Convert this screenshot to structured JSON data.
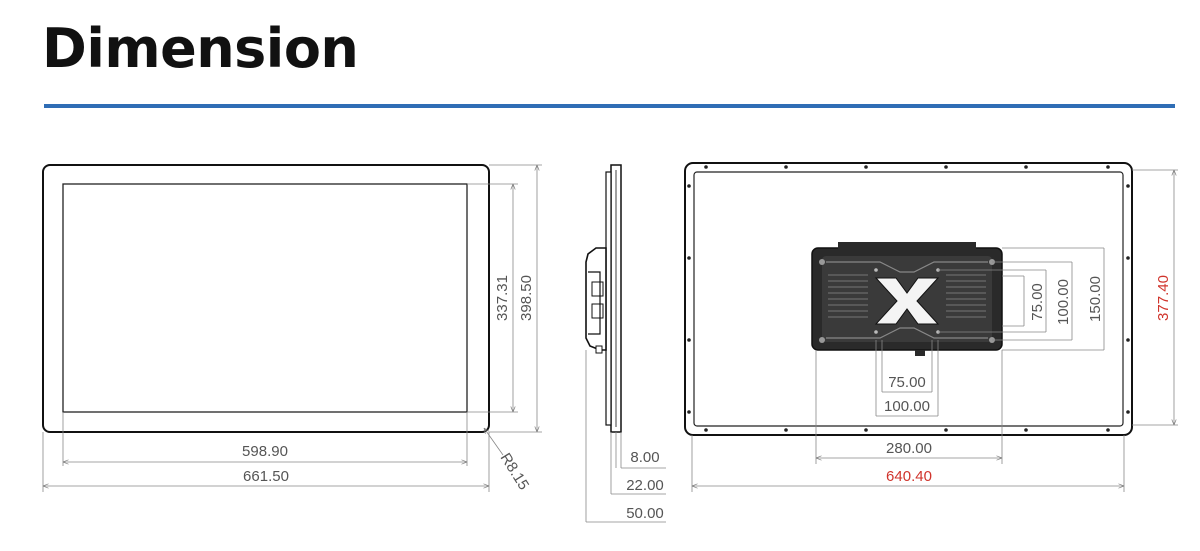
{
  "page": {
    "title": "Dimension",
    "accent_color": "#2f6db5",
    "highlight_color": "#d0342c"
  },
  "front_view": {
    "inner_width": "598.90",
    "outer_width": "661.50",
    "inner_height": "337.31",
    "outer_height": "398.50",
    "corner_radius": "R8.15"
  },
  "side_view": {
    "panel_depth": "8.00",
    "bracket_depth": "22.00",
    "total_depth": "50.00"
  },
  "rear_view": {
    "vesa_small_h": "75.00",
    "vesa_mid_h": "100.00",
    "box_height": "150.00",
    "total_height": "377.40",
    "vesa_small_w": "75.00",
    "vesa_mid_w": "100.00",
    "box_width": "280.00",
    "total_width": "640.40"
  }
}
